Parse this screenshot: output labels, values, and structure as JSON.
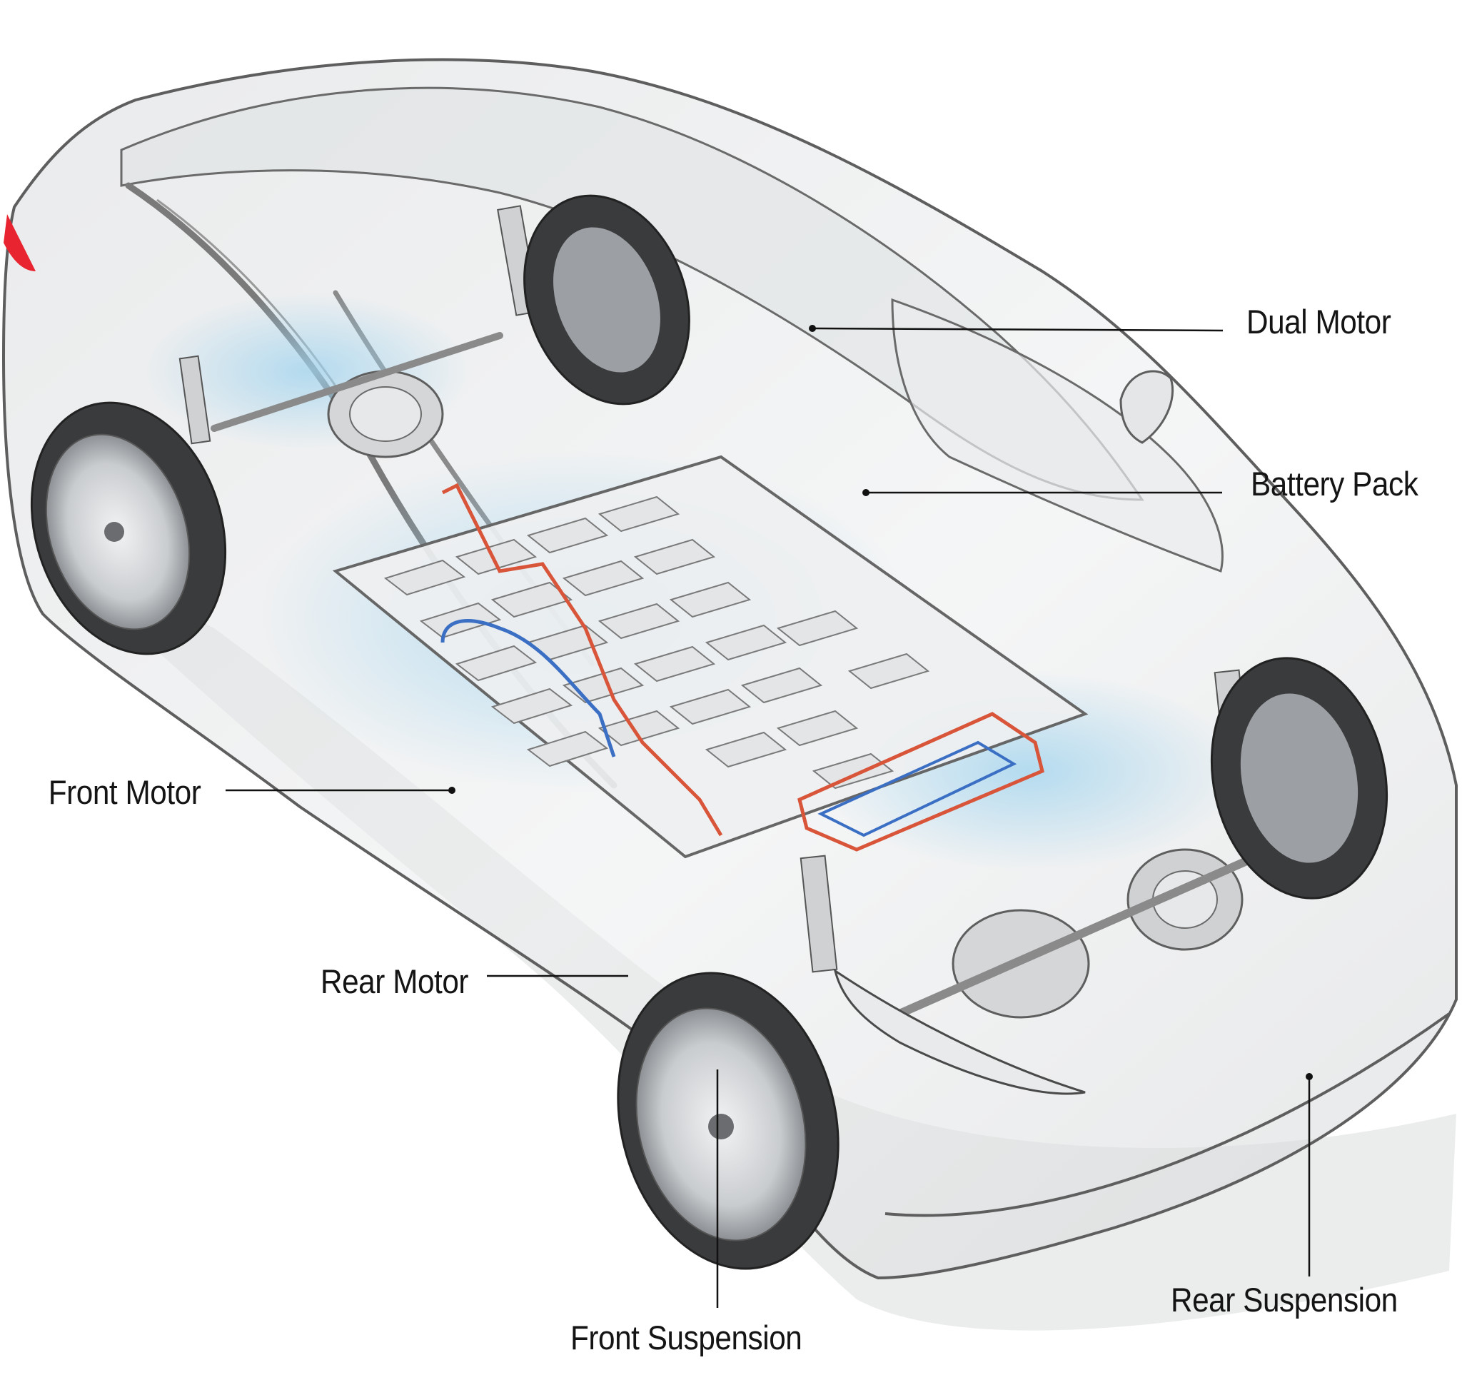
{
  "callouts": {
    "dual_motor": "Dual Motor",
    "battery_pack": "Battery Pack",
    "front_motor": "Front Motor",
    "rear_motor": "Rear Motor",
    "front_suspension": "Front Suspension",
    "rear_suspension": "Rear Suspension"
  },
  "colors": {
    "body_line": "#5e5e5e",
    "glass_fill": "#e6e8ea",
    "coolant_glow": "#9fd3ee",
    "hv_cable_red": "#d9553a",
    "coolant_line_blue": "#3a6fc4",
    "tail_light": "#e7242f",
    "leader_line": "#111111"
  }
}
